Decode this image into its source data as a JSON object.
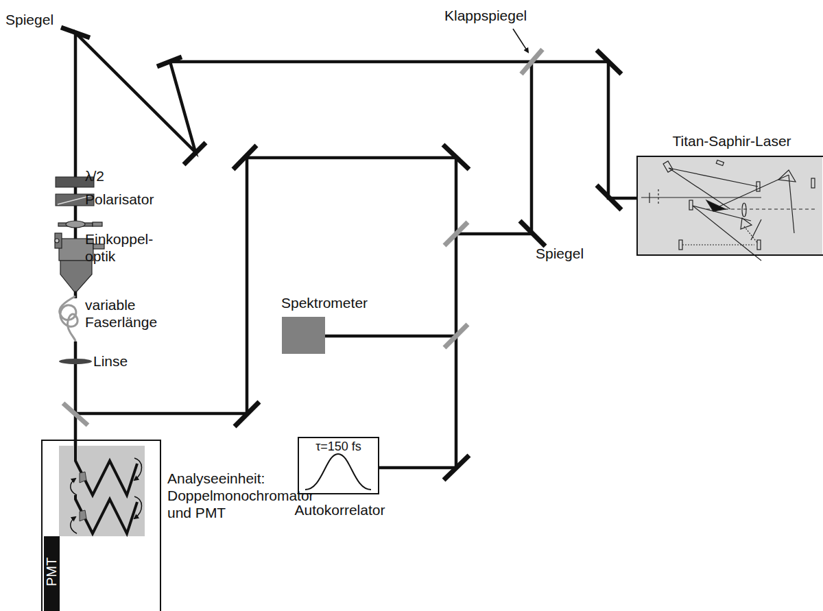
{
  "diagram": {
    "nodes": [
      {
        "text": [
          "Titan-Saphir-Laser"
        ]
      },
      {
        "text": [
          "Spektrometer"
        ]
      },
      {
        "text": [
          "τ=150 fs",
          "Autokorrelator"
        ]
      },
      {
        "text": [
          "Analyseeinheit: Doppelmonochromator und PMT"
        ]
      },
      {
        "text": [
          "PMT"
        ],
        "in": 3
      }
    ],
    "labels": [
      "Spiegel",
      "Klappspiegel",
      "λ/2",
      "Polarisator",
      "Einkoppel- optik",
      "variable Faserlänge",
      "Linse",
      "Spiegel"
    ]
  }
}
